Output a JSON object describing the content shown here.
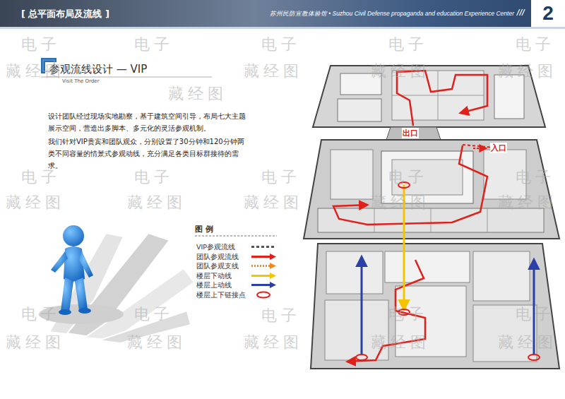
{
  "diagram": {
    "title": "参观流线设计 — VIP",
    "nodes": [
      {
        "text": [
          "2"
        ]
      }
    ],
    "labels": [
      "[ 总平面布局及流线 ]",
      "苏州民防宣教体验馆 • Suzhou Civil Defense propaganda and education Experience Center",
      "///",
      "Visit The Order",
      "设计团队经过现场实地勘察，基于建筑空间引导，布局七大主题展示空间，营造出多脚本、多元化的灵活参观机制。",
      "我们针对VIP贵宾和团队观众，分别设置了30分钟和120分钟两类不同容量的情景式参观动线，充分满足各类目标群接待的需求。",
      "图 例",
      "出口",
      "入口",
      "电子",
      "藏经图",
      "电子",
      "藏经图",
      "电子",
      "藏经图",
      "电子",
      "藏经图",
      "电子",
      "藏经图",
      "电子",
      "藏经图",
      "电子",
      "藏经图",
      "电子",
      "藏经图",
      "电子",
      "藏经图",
      "电子",
      "藏经图",
      "电子",
      "藏经图",
      "电子",
      "藏经图",
      "电子",
      "藏经图",
      "电子",
      "藏经图",
      "电子",
      "藏经图"
    ],
    "legend": [
      {
        "text": "VIP参观流线"
      },
      {
        "text": "团队参观流线"
      },
      {
        "text": "团队参观支线"
      },
      {
        "text": "楼层下动线"
      },
      {
        "text": "楼层上动线"
      },
      {
        "text": "楼层上下链接点"
      }
    ]
  }
}
